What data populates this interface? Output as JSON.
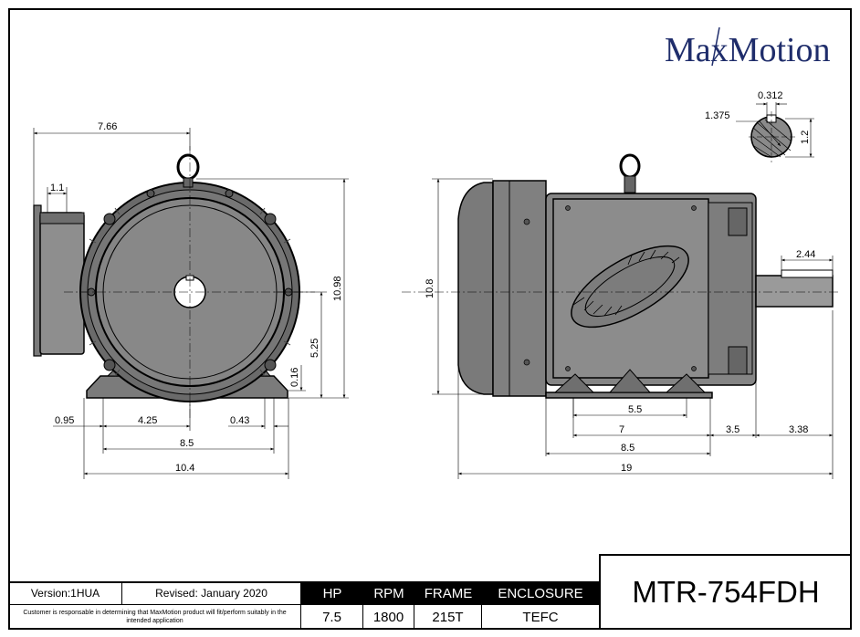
{
  "brand": {
    "logo_text": "MaxMotion",
    "color": "#1f2d6b"
  },
  "drawing": {
    "front_view": {
      "dims": {
        "width_a": "7.66",
        "width_b": "1.1",
        "height_total": "10.98",
        "height_center": "5.25",
        "foot_thk": "0.16",
        "left_offset": "0.95",
        "half_base": "4.25",
        "foot_hole": "0.43",
        "base_holes": "8.5",
        "base_total": "10.4"
      }
    },
    "side_view": {
      "dims": {
        "height": "10.8",
        "shaft_len": "2.44",
        "hole_span": "5.5",
        "base_span": "7",
        "shaft_off": "3.5",
        "shaft_ext": "3.38",
        "base_total": "8.5",
        "overall": "19"
      }
    },
    "shaft_detail": {
      "key_width": "0.312",
      "diameter": "1.375",
      "key_height": "1.2"
    }
  },
  "title_block": {
    "version": "Version:1HUA",
    "revised": "Revised: January 2020",
    "disclaimer": "Customer is responsable in determining that MaxMotion product will fit/perform suitably in the intended application",
    "headers": {
      "hp": "HP",
      "rpm": "RPM",
      "frame": "FRAME",
      "enclosure": "ENCLOSURE"
    },
    "values": {
      "hp": "7.5",
      "rpm": "1800",
      "frame": "215T",
      "enclosure": "TEFC"
    },
    "model": "MTR-754FDH"
  }
}
